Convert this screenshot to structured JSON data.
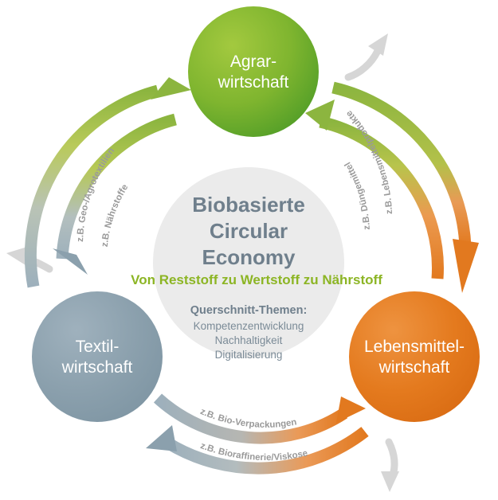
{
  "diagram": {
    "title": "Biobasierte Circular Economy",
    "core": {
      "line1": "Biobasierte",
      "line2": "Circular",
      "line3": "Economy",
      "banner": "Von Reststoff zu Wertstoff zu Nährstoff",
      "cross_heading": "Querschnitt-Themen:",
      "cross_items": [
        "Kompetenzentwicklung",
        "Nachhaltigkeit",
        "Digitalisierung"
      ]
    },
    "nodes": [
      {
        "id": "agrar",
        "line1": "Agrar-",
        "line2": "wirtschaft",
        "color": "#6cab2c"
      },
      {
        "id": "lebensmittel",
        "line1": "Lebensmittel-",
        "line2": "wirtschaft",
        "color": "#e2791f"
      },
      {
        "id": "textil",
        "line1": "Textil-",
        "line2": "wirtschaft",
        "color": "#8ba0ad"
      }
    ],
    "flows": [
      {
        "id": "agrar-to-lebensmittel",
        "label": "z.B. Lebensmittelprodukte",
        "from": "agrar",
        "to": "lebensmittel",
        "start_color": "#8cb53f",
        "end_color": "#e2791f"
      },
      {
        "id": "lebensmittel-to-agrar",
        "label": "z.B. Düngemittel",
        "from": "lebensmittel",
        "to": "agrar",
        "start_color": "#e2791f",
        "end_color": "#8cb53f"
      },
      {
        "id": "lebensmittel-to-textil",
        "label": "z.B. Bioraffinerie/Viskose",
        "from": "lebensmittel",
        "to": "textil",
        "start_color": "#e2791f",
        "end_color": "#8ba0ad"
      },
      {
        "id": "textil-to-lebensmittel",
        "label": "z.B. Bio-Verpackungen",
        "from": "textil",
        "to": "lebensmittel",
        "start_color": "#8ba0ad",
        "end_color": "#e2791f"
      },
      {
        "id": "textil-to-agrar",
        "label": "z.B. Geo-/Agrotextilien",
        "from": "textil",
        "to": "agrar",
        "start_color": "#8ba0ad",
        "end_color": "#8cb53f"
      },
      {
        "id": "agrar-to-textil",
        "label": "z.B. Nährstoffe",
        "from": "agrar",
        "to": "textil",
        "start_color": "#8cb53f",
        "end_color": "#8ba0ad"
      }
    ],
    "outer_arrows": [
      {
        "id": "outer-arrow-top-right",
        "direction": "up-right"
      },
      {
        "id": "outer-arrow-bottom-right",
        "direction": "down"
      },
      {
        "id": "outer-arrow-left",
        "direction": "up-left"
      }
    ],
    "colors": {
      "green": "#6cab2c",
      "light_green": "#8cb53f",
      "orange": "#e2791f",
      "slate": "#8ba0ad",
      "core_bg": "#ebebeb",
      "core_text": "#6f7f8c",
      "arrow_grey": "#d4d4d4",
      "label_grey": "#9a9a9a"
    }
  }
}
